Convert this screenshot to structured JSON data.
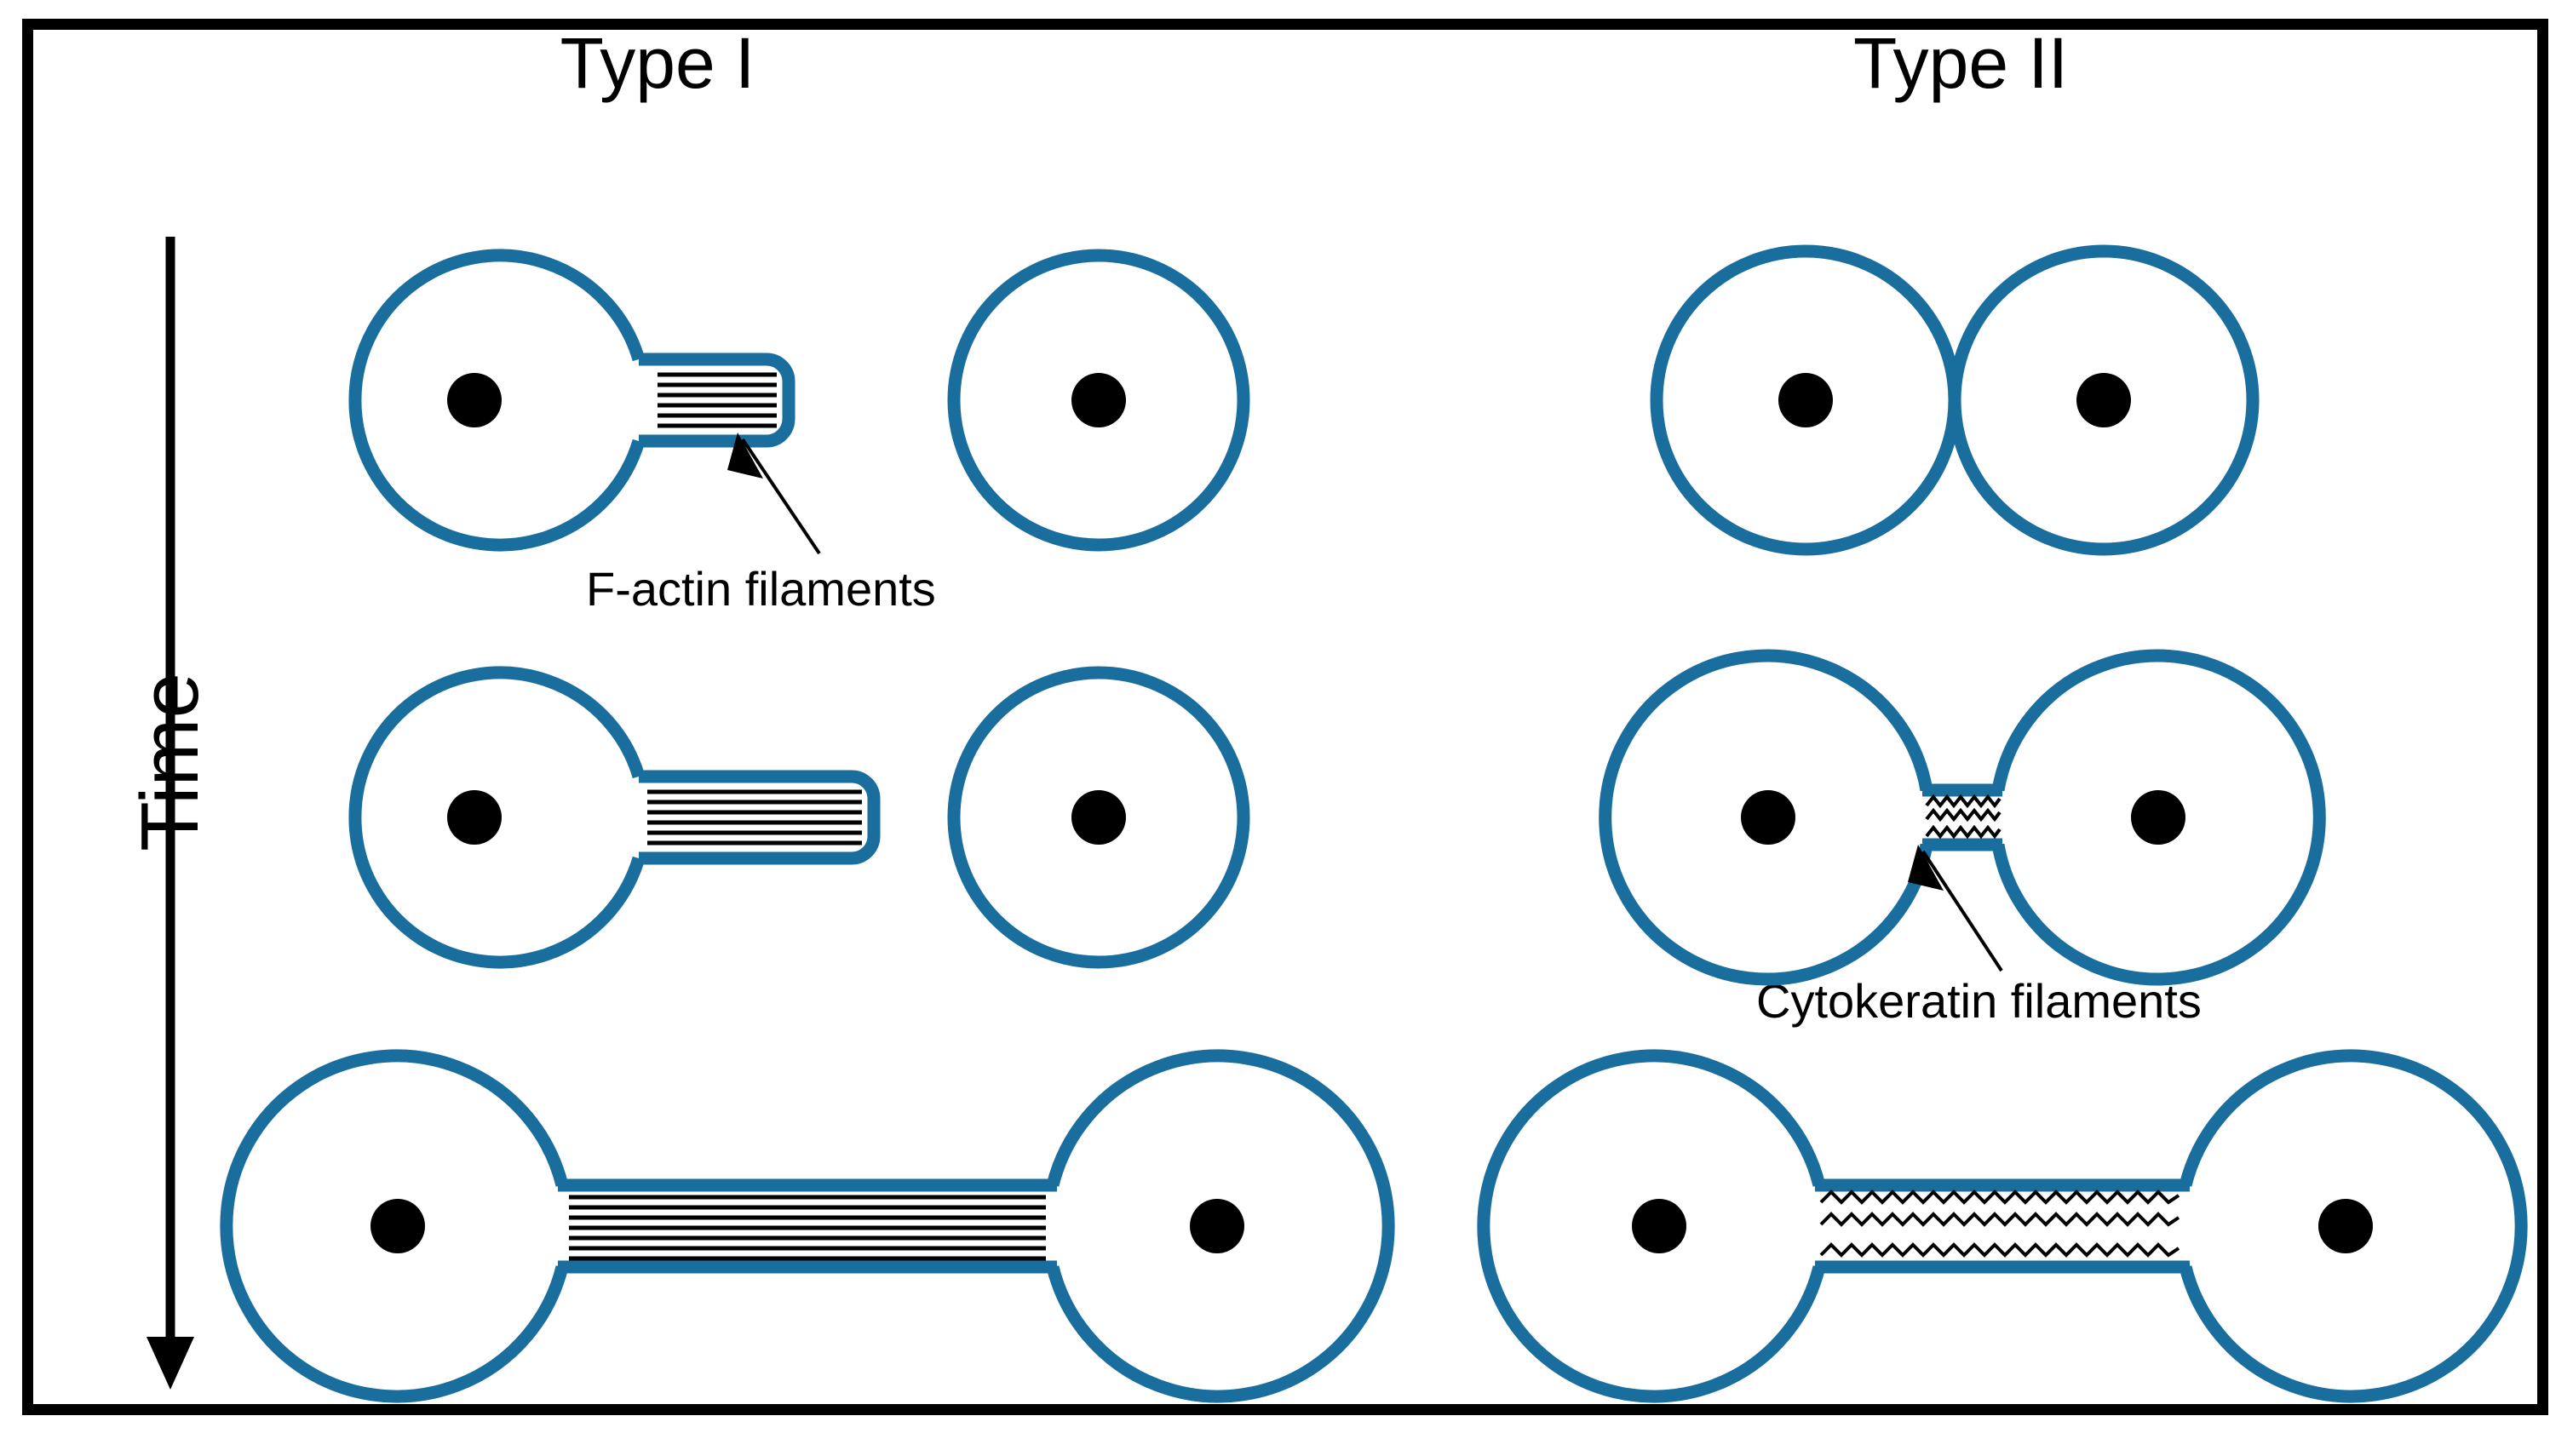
{
  "figure": {
    "kind": "cell-biology-schematic",
    "background": "#ffffff",
    "frame_color": "#000000",
    "membrane_color": "#1A6E9E",
    "nucleus_color": "#000000",
    "filament_color": "#000000"
  },
  "axis": {
    "time_label": "Time",
    "time_direction": "downward-arrow"
  },
  "columns": [
    {
      "id": "type1",
      "title": "Type I"
    },
    {
      "id": "type2",
      "title": "Type II"
    }
  ],
  "annotations": [
    {
      "id": "f-actin",
      "text": "F-actin filaments",
      "column": "type1",
      "row": 1,
      "style": "straight-lines"
    },
    {
      "id": "cytokeratin",
      "text": "Cytokeratin filaments",
      "column": "type2",
      "row": 2,
      "style": "zigzag-lines"
    }
  ],
  "rows": [
    {
      "row": 1,
      "type1": {
        "state": "short-protrusion",
        "cells": 2,
        "connected": false,
        "filament_style": "straight",
        "filament_count": 7
      },
      "type2": {
        "state": "cells-touching",
        "cells": 2,
        "connected": true,
        "filament_style": "none",
        "filament_count": 0
      }
    },
    {
      "row": 2,
      "type1": {
        "state": "long-protrusion",
        "cells": 2,
        "connected": false,
        "filament_style": "straight",
        "filament_count": 7
      },
      "type2": {
        "state": "short-neck",
        "cells": 2,
        "connected": true,
        "filament_style": "zigzag",
        "filament_count": 3
      }
    },
    {
      "row": 3,
      "type1": {
        "state": "full-bridge",
        "cells": 2,
        "connected": true,
        "filament_style": "straight",
        "filament_count": 7
      },
      "type2": {
        "state": "full-bridge",
        "cells": 2,
        "connected": true,
        "filament_style": "zigzag",
        "filament_count": 3
      }
    }
  ]
}
